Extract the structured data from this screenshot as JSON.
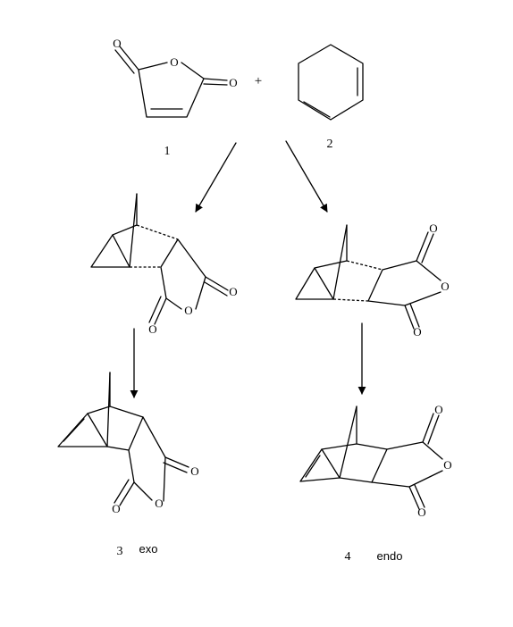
{
  "scheme": {
    "plus_sign": "+",
    "atom_O": "O",
    "compounds": {
      "maleic_anhydride": {
        "number": "1"
      },
      "cyclohexadiene": {
        "number": "2"
      },
      "product_exo": {
        "number": "3",
        "tag": "exo"
      },
      "product_endo": {
        "number": "4",
        "tag": "endo"
      }
    }
  }
}
